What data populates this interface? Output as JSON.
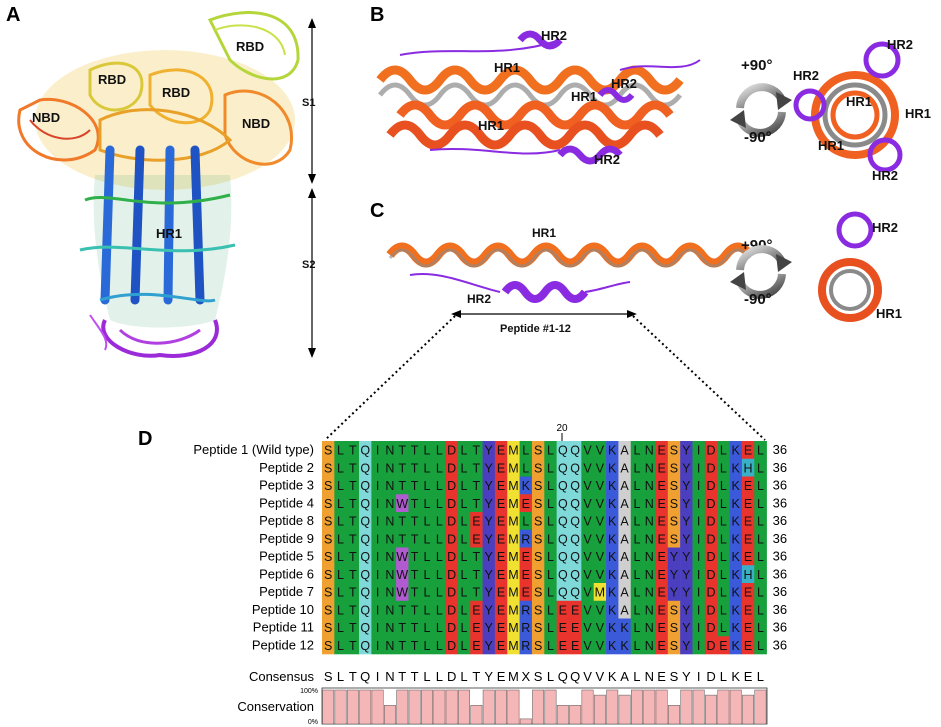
{
  "panels": {
    "a": "A",
    "b": "B",
    "c": "C",
    "d": "D"
  },
  "panel_a": {
    "labels": {
      "rbd_top": "RBD",
      "rbd_left": "RBD",
      "rbd_mid": "RBD",
      "nbd_left": "NBD",
      "nbd_right": "NBD",
      "hr1": "HR1"
    },
    "s1": "S1",
    "s2": "S2"
  },
  "panel_b": {
    "hr2_top": "HR2",
    "hr1_a": "HR1",
    "hr2_mid": "HR2",
    "hr1_b": "HR1",
    "hr1_c": "HR1",
    "hr2_bottom": "HR2",
    "rot_plus": "+90°",
    "rot_minus": "-90°",
    "end": {
      "hr2_tr": "HR2",
      "hr2_l": "HR2",
      "hr1_c": "HR1",
      "hr1_r": "HR1",
      "hr1_bl": "HR1",
      "hr2_b": "HR2"
    }
  },
  "panel_c": {
    "hr1": "HR1",
    "hr2": "HR2",
    "peptide_range": "Peptide #1-12",
    "rot_plus": "+90°",
    "rot_minus": "-90°",
    "end": {
      "hr2": "HR2",
      "hr1": "HR1"
    }
  },
  "panel_d": {
    "position_marker": "20",
    "rows": [
      {
        "name": "Peptide 1 (Wild type)",
        "seq": "SLTQINTTLLDLTYEMLSLQQVVKALNESYIDLKEL",
        "len": "36"
      },
      {
        "name": "Peptide 2",
        "seq": "SLTQINTTLLDLTYEMLSLQQVVKALNESYIDLKHL",
        "len": "36"
      },
      {
        "name": "Peptide 3",
        "seq": "SLTQINTTLLDLTYEMKSLQQVVKALNESYIDLKEL",
        "len": "36"
      },
      {
        "name": "Peptide 4",
        "seq": "SLTQINWTLLDLTYEMESLQQVVKALNESYIDLKEL",
        "len": "36"
      },
      {
        "name": "Peptide 8",
        "seq": "SLTQINTTLLDLEYEMLSLQQVVKALNESYIDLKEL",
        "len": "36"
      },
      {
        "name": "Peptide 9",
        "seq": "SLTQINTTLLDLEYEMRSLQQVVKALNESYIDLKEL",
        "len": "36"
      },
      {
        "name": "Peptide 5",
        "seq": "SLTQINWTLLDLTYEMESLQQVVKALNEYYIDLKEL",
        "len": "36"
      },
      {
        "name": "Peptide 6",
        "seq": "SLTQINWTLLDLTYEMESLQQVVKALNEYYIDLKHL",
        "len": "36"
      },
      {
        "name": "Peptide 7",
        "seq": "SLTQINWTLLDLTYEMESLQQVMKALNEYYIDLKEL",
        "len": "36"
      },
      {
        "name": "Peptide 10",
        "seq": "SLTQINTTLLDLEYEMRSLEEVVKALNESYIDLKEL",
        "len": "36"
      },
      {
        "name": "Peptide 11",
        "seq": "SLTQINTTLLDLEYEMRSLEEVVKKLNESYIDLKEL",
        "len": "36"
      },
      {
        "name": "Peptide 12",
        "seq": "SLTQINTTLLDLEYEMRSLEEVVKKLNESYIDEKEL",
        "len": "36"
      }
    ],
    "consensus_label": "Consensus",
    "consensus": "SLTQINTTLLDLTYEMXSLQQVVKALNESYIDLKEL",
    "conservation_label": "Conservation",
    "pct_top": "100%",
    "pct_bottom": "0%",
    "conservation": [
      1,
      1,
      1,
      1,
      1,
      0.55,
      1,
      1,
      1,
      1,
      1,
      1,
      0.55,
      1,
      1,
      1,
      0.15,
      1,
      1,
      0.55,
      0.55,
      1,
      0.85,
      1,
      0.85,
      1,
      1,
      1,
      0.55,
      1,
      1,
      0.85,
      1,
      1,
      0.85,
      1
    ],
    "residue_colors": {
      "S": "#f0a030",
      "T": "#17a03c",
      "Q": "#7fd9d9",
      "N": "#17a03c",
      "I": "#17a03c",
      "L": "#17a03c",
      "D": "#e8342c",
      "E": "#e8342c",
      "Y": "#4b3fbf",
      "M": "#f0e032",
      "K": "#3a5ad9",
      "R": "#3a5ad9",
      "H": "#3ab0c8",
      "V": "#17a03c",
      "A": "#cfcfcf",
      "W": "#b05cd0",
      "X": "#ffffff"
    },
    "bar_color": "#f4b6b6"
  }
}
